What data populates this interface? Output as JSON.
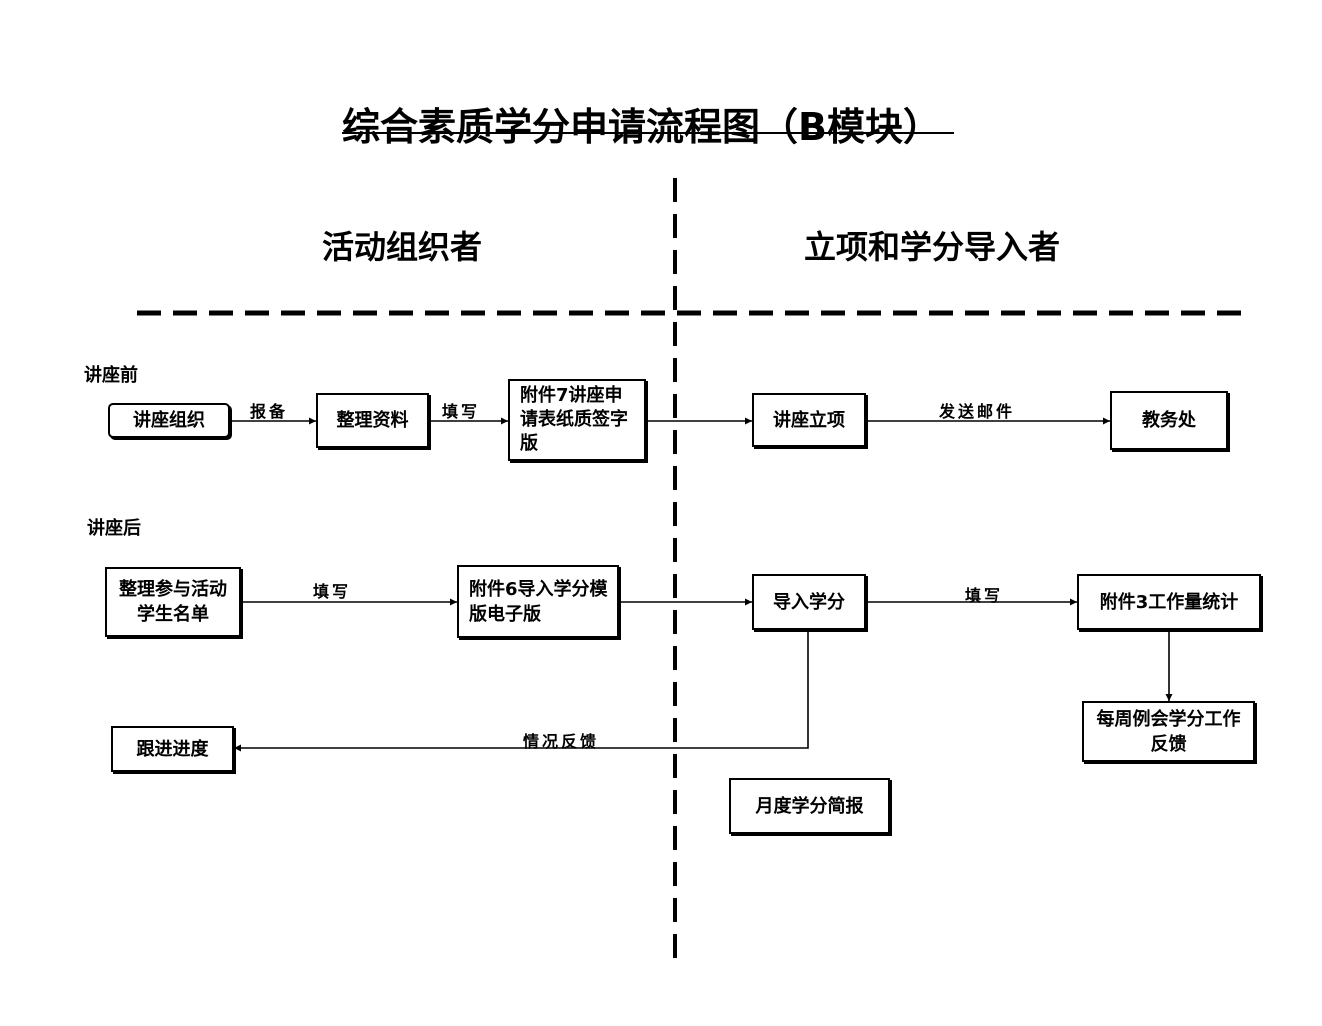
{
  "title": "综合素质学分申请流程图（B模块）",
  "lanes": {
    "left": "活动组织者",
    "right": "立项和学分导入者"
  },
  "sections": {
    "before": "讲座前",
    "after": "讲座后"
  },
  "nodes": {
    "organize_lecture": "讲座组织",
    "organize_materials": "整理资料",
    "attachment7": "附件7讲座申请表纸质签字版",
    "lecture_project": "讲座立项",
    "academic_affairs": "教务处",
    "organize_list": "整理参与活动学生名单",
    "attachment6": "附件6导入学分模版电子版",
    "import_credits": "导入学分",
    "attachment3": "附件3工作量统计",
    "weekly_meeting": "每周例会学分工作反馈",
    "follow_up": "跟进进度",
    "monthly_report": "月度学分简报"
  },
  "edges": {
    "report": "报备",
    "fill1": "填写",
    "send_email": "发送邮件",
    "fill2": "填写",
    "fill3": "填写",
    "feedback": "情况反馈"
  }
}
